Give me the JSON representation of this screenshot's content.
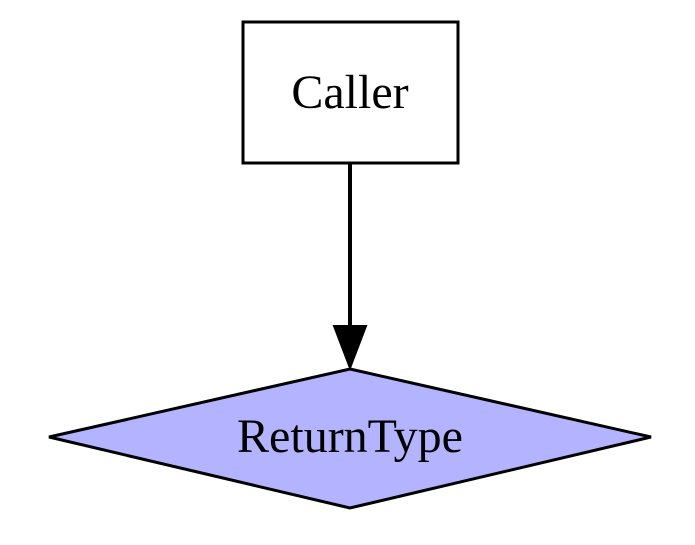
{
  "diagram": {
    "type": "call-graph",
    "nodes": [
      {
        "id": "caller",
        "label": "Caller",
        "shape": "rectangle",
        "fill": "#ffffff",
        "stroke": "#000000"
      },
      {
        "id": "return_type",
        "label": "ReturnType",
        "shape": "diamond",
        "fill": "#b3b3ff",
        "stroke": "#000000"
      }
    ],
    "edges": [
      {
        "from": "caller",
        "to": "return_type",
        "directed": true,
        "color": "#000000"
      }
    ]
  }
}
